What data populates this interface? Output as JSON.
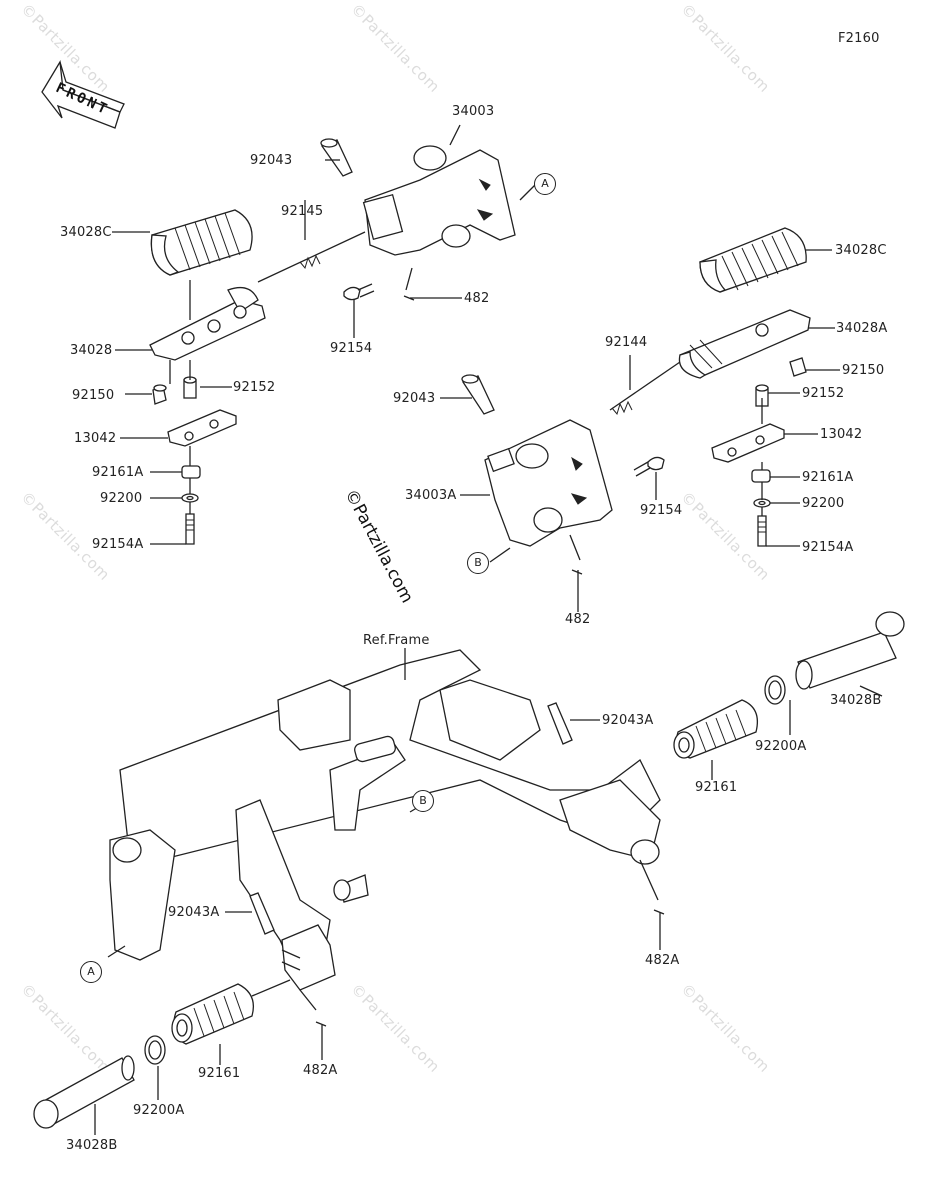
{
  "diagram_code": "F2160",
  "front_arrow_label": "FRONT",
  "watermark_text": "©Partzilla.com",
  "copyright_text": "©Partzilla.com",
  "ref_frame_label": "Ref.Frame",
  "callouts": {
    "a": "A",
    "b": "B"
  },
  "part_labels": {
    "p34003": "34003",
    "p92043_top": "92043",
    "p92145": "92145",
    "p34028C_left": "34028C",
    "p34028_left": "34028",
    "p92150_left": "92150",
    "p92152_left": "92152",
    "p13042_left": "13042",
    "p92161A_left": "92161A",
    "p92200_left": "92200",
    "p92154A_left": "92154A",
    "p92154_top": "92154",
    "p482_top": "482",
    "p34028C_right": "34028C",
    "p34028A_right": "34028A",
    "p92150_right": "92150",
    "p92152_right": "92152",
    "p13042_right": "13042",
    "p92161A_right": "92161A",
    "p92200_right": "92200",
    "p92154A_right": "92154A",
    "p92144": "92144",
    "p92043_mid": "92043",
    "p34003A": "34003A",
    "p92154_mid": "92154",
    "p482_mid": "482",
    "p92043A_right": "92043A",
    "p34028B_right": "34028B",
    "p92200A_right": "92200A",
    "p92161_right": "92161",
    "p482A_right": "482A",
    "p92043A_left": "92043A",
    "p92161_left": "92161",
    "p482A_left": "482A",
    "p92200A_left": "92200A",
    "p34028B_left": "34028B"
  }
}
